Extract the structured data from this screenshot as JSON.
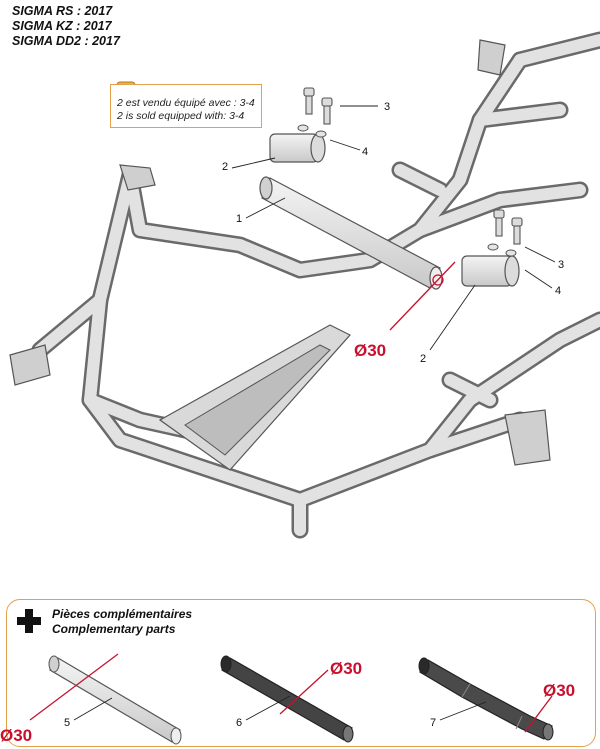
{
  "models": [
    "SIGMA RS : 2017",
    "SIGMA KZ : 2017",
    "SIGMA DD2 : 2017"
  ],
  "note": {
    "fr": "2 est vendu équipé avec : 3-4",
    "en": "2 is sold equipped with: 3-4"
  },
  "callouts": {
    "c1": "1",
    "c2a": "2",
    "c2b": "2",
    "c3a": "3",
    "c3b": "3",
    "c4a": "4",
    "c4b": "4",
    "c5": "5",
    "c6": "6",
    "c7": "7"
  },
  "diameters": {
    "main": "Ø30",
    "p5": "Ø30",
    "p6": "Ø30",
    "p7": "Ø30"
  },
  "complementary": {
    "fr": "Pièces complémentaires",
    "en": "Complementary parts"
  },
  "colors": {
    "accent_red": "#c8102e",
    "frame_border": "#e3a248",
    "tube_fill": "#e6e6e6",
    "tube_stroke": "#555555"
  },
  "icons": [
    "kart-info-icon",
    "plus-icon"
  ]
}
